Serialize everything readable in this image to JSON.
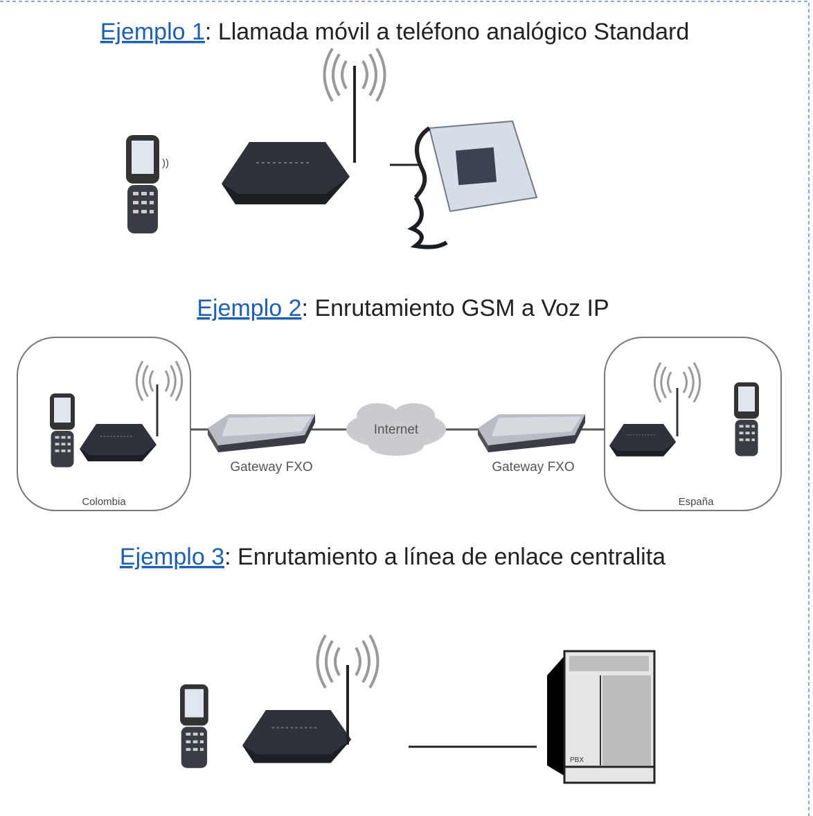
{
  "examples": [
    {
      "tag": "Ejemplo 1",
      "title": ": Llamada móvil a teléfono analógico Standard"
    },
    {
      "tag": "Ejemplo 2",
      "title": ": Enrutamiento GSM a Voz IP",
      "gateway_left": "Gateway FXO",
      "gateway_right": "Gateway FXO",
      "cloud": "Internet",
      "site_left": "Colombia",
      "site_right": "España"
    },
    {
      "tag": "Ejemplo 3",
      "title": ": Enrutamiento a línea de enlace centralita",
      "pbx": "PBX"
    }
  ],
  "colors": {
    "link": "#1f5fb0",
    "border": "#8aa6d8",
    "device": "#2b2f36"
  }
}
